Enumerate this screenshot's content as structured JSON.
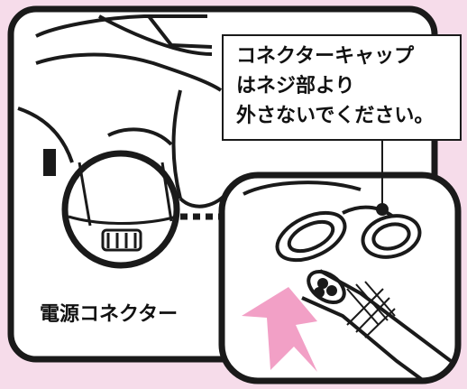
{
  "note": {
    "line1": "コネクターキャップ",
    "line2": "はネジ部より",
    "line3": "外さないでください。"
  },
  "label": "電源コネクター",
  "colors": {
    "background": "#f6dcea",
    "arrow_pink": "#f2a0c6",
    "outline": "#1a1a1a"
  }
}
